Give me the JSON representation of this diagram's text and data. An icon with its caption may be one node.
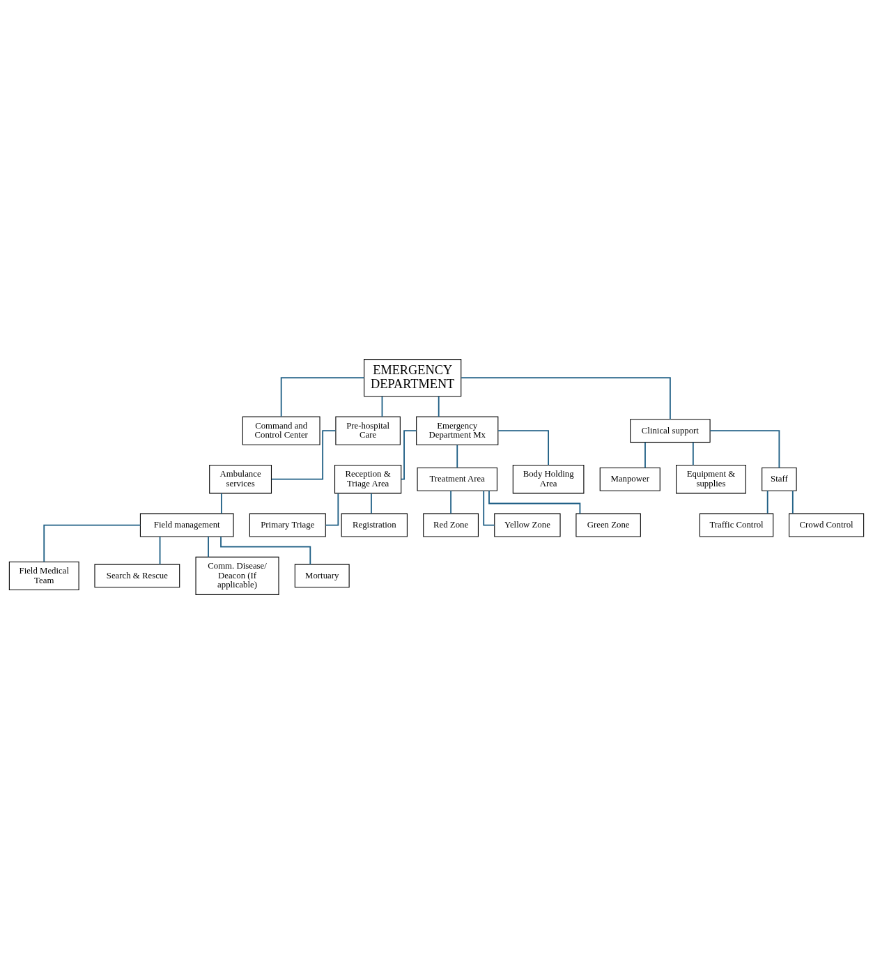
{
  "diagram": {
    "nodes": [
      {
        "text": [
          "EMERGENCY DEPARTMENT"
        ]
      },
      {
        "text": [
          "Command and Control Center"
        ]
      },
      {
        "text": [
          "Pre-hospital Care"
        ]
      },
      {
        "text": [
          "Emergency Department Mx"
        ]
      },
      {
        "text": [
          "Clinical support"
        ]
      },
      {
        "text": [
          "Ambulance services"
        ]
      },
      {
        "text": [
          "Field management"
        ]
      },
      {
        "text": [
          "Field Medical Team"
        ]
      },
      {
        "text": [
          "Search & Rescue"
        ]
      },
      {
        "text": [
          "Comm. Disease/ Deacon (If applicable)"
        ]
      },
      {
        "text": [
          "Mortuary"
        ]
      },
      {
        "text": [
          "Reception & Triage Area"
        ]
      },
      {
        "text": [
          "Treatment Area"
        ]
      },
      {
        "text": [
          "Body Holding Area"
        ]
      },
      {
        "text": [
          "Primary Triage"
        ]
      },
      {
        "text": [
          "Registration"
        ]
      },
      {
        "text": [
          "Red Zone"
        ]
      },
      {
        "text": [
          "Yellow Zone"
        ]
      },
      {
        "text": [
          "Green Zone"
        ]
      },
      {
        "text": [
          "Manpower"
        ]
      },
      {
        "text": [
          "Equipment & supplies"
        ]
      },
      {
        "text": [
          "Staff"
        ]
      },
      {
        "text": [
          "Traffic Control"
        ]
      },
      {
        "text": [
          "Crowd Control"
        ]
      }
    ],
    "edges": [
      {
        "from": 0,
        "to": 1,
        "arrow": "none"
      },
      {
        "from": 0,
        "to": 2,
        "arrow": "none"
      },
      {
        "from": 0,
        "to": 3,
        "arrow": "none"
      },
      {
        "from": 0,
        "to": 4,
        "arrow": "none"
      },
      {
        "from": 2,
        "to": 5,
        "arrow": "none"
      },
      {
        "from": 5,
        "to": 6,
        "arrow": "none"
      },
      {
        "from": 6,
        "to": 7,
        "arrow": "none"
      },
      {
        "from": 6,
        "to": 8,
        "arrow": "none"
      },
      {
        "from": 6,
        "to": 9,
        "arrow": "none"
      },
      {
        "from": 6,
        "to": 10,
        "arrow": "none"
      },
      {
        "from": 3,
        "to": 11,
        "arrow": "none"
      },
      {
        "from": 3,
        "to": 12,
        "arrow": "none"
      },
      {
        "from": 3,
        "to": 13,
        "arrow": "none"
      },
      {
        "from": 11,
        "to": 14,
        "arrow": "none"
      },
      {
        "from": 11,
        "to": 15,
        "arrow": "none"
      },
      {
        "from": 12,
        "to": 16,
        "arrow": "none"
      },
      {
        "from": 12,
        "to": 17,
        "arrow": "none"
      },
      {
        "from": 12,
        "to": 18,
        "arrow": "none"
      },
      {
        "from": 4,
        "to": 19,
        "arrow": "none"
      },
      {
        "from": 4,
        "to": 20,
        "arrow": "none"
      },
      {
        "from": 4,
        "to": 21,
        "arrow": "none"
      },
      {
        "from": 21,
        "to": 22,
        "arrow": "none"
      },
      {
        "from": 21,
        "to": 23,
        "arrow": "none"
      }
    ]
  }
}
